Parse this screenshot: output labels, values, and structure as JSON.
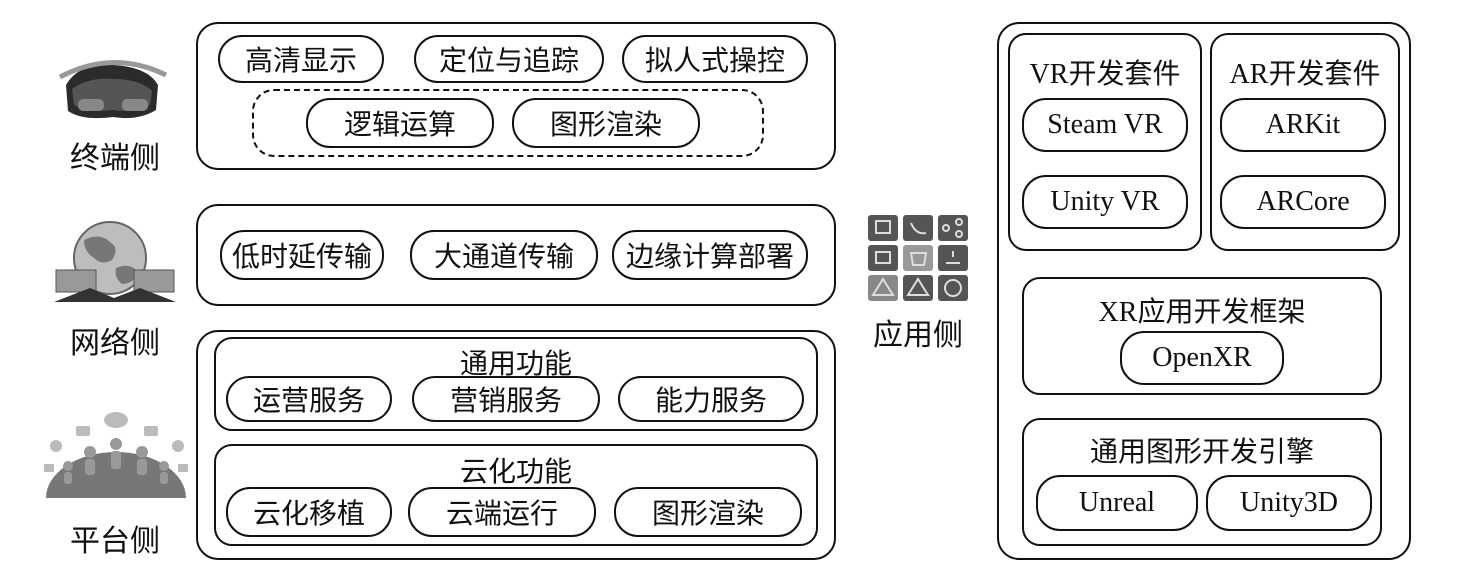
{
  "sides": {
    "terminal": "终端侧",
    "network": "网络侧",
    "platform": "平台侧",
    "application": "应用侧"
  },
  "terminal": {
    "items": [
      "高清显示",
      "定位与追踪",
      "拟人式操控"
    ],
    "dashed_items": [
      "逻辑运算",
      "图形渲染"
    ]
  },
  "network": {
    "items": [
      "低时延传输",
      "大通道传输",
      "边缘计算部署"
    ]
  },
  "platform": {
    "general": {
      "title": "通用功能",
      "items": [
        "运营服务",
        "营销服务",
        "能力服务"
      ]
    },
    "cloud": {
      "title": "云化功能",
      "items": [
        "云化移植",
        "云端运行",
        "图形渲染"
      ]
    }
  },
  "app": {
    "vr_kit": {
      "title": "VR开发套件",
      "items": [
        "Steam VR",
        "Unity VR"
      ]
    },
    "ar_kit": {
      "title": "AR开发套件",
      "items": [
        "ARKit",
        "ARCore"
      ]
    },
    "xr_framework": {
      "title": "XR应用开发框架",
      "items": [
        "OpenXR"
      ]
    },
    "engine": {
      "title": "通用图形开发引擎",
      "items": [
        "Unreal",
        "Unity3D"
      ]
    }
  },
  "icons": [
    "vr-headset-icon",
    "globe-network-icon",
    "cloud-platform-icon",
    "app-grid-icon"
  ]
}
